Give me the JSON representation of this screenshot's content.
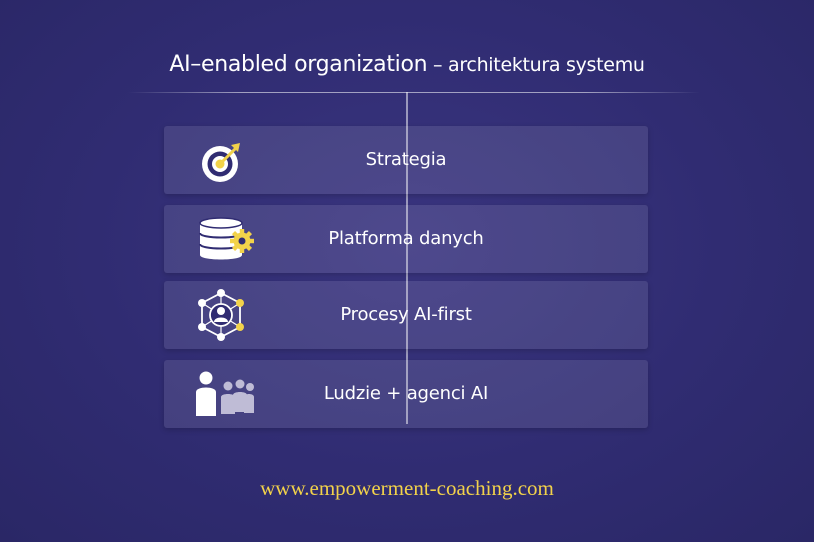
{
  "header": {
    "title_main": "AI–enabled organization",
    "title_sep": " – ",
    "title_sub": "architektura systemu"
  },
  "layers": [
    {
      "label": "Strategia",
      "icon": "target-icon"
    },
    {
      "label": "Platforma danych",
      "icon": "database-gear-icon"
    },
    {
      "label": "Procesy AI-first",
      "icon": "network-person-icon"
    },
    {
      "label": "Ludzie + agenci AI",
      "icon": "people-group-icon"
    }
  ],
  "footer": {
    "url": "www.empowerment-coaching.com"
  },
  "colors": {
    "background": "#302c72",
    "accent": "#f2d24a",
    "text": "#ffffff"
  }
}
